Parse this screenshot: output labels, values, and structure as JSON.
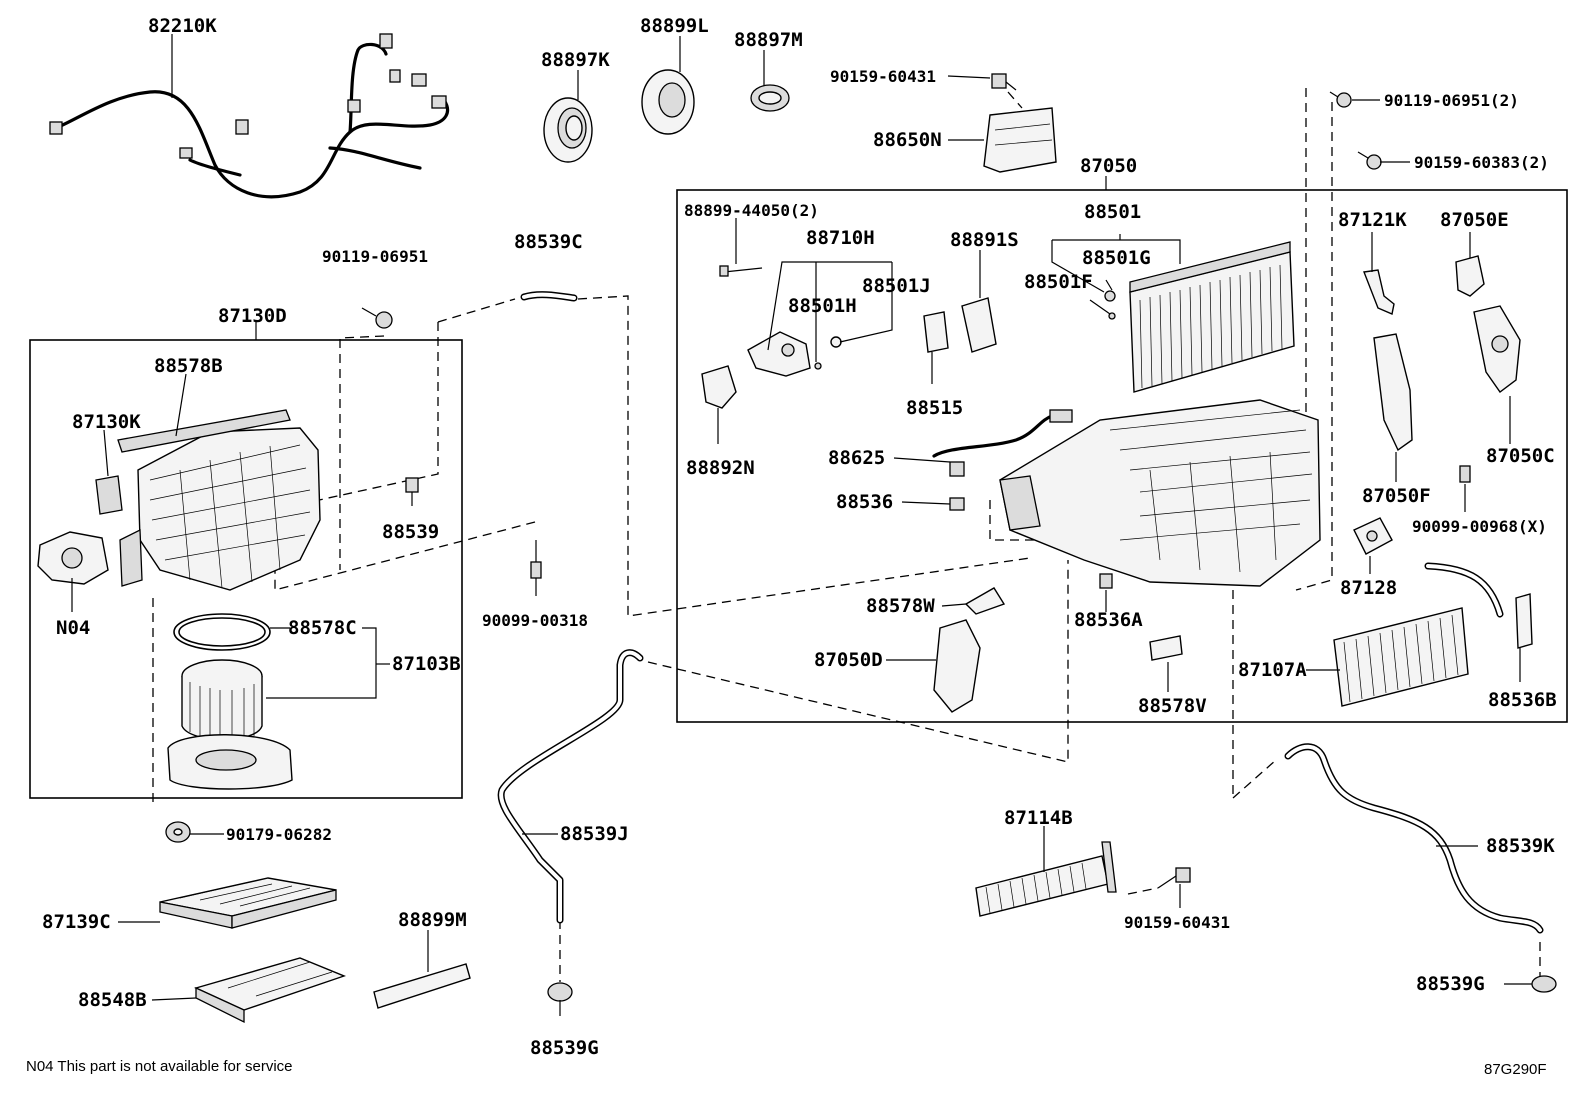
{
  "parts": {
    "p82210K": "82210K",
    "p88897K": "88897K",
    "p88899L": "88899L",
    "p88897M": "88897M",
    "p90159_60431_top": "90159-60431",
    "p88650N": "88650N",
    "p90119_06951_2": "90119-06951(2)",
    "p90159_60383_2": "90159-60383(2)",
    "p87050": "87050",
    "p88899_44050_2": "88899-44050(2)",
    "p88710H": "88710H",
    "p88891S": "88891S",
    "p88501": "88501",
    "p88501G": "88501G",
    "p88501J": "88501J",
    "p88501F": "88501F",
    "p88501H": "88501H",
    "p87121K": "87121K",
    "p87050E": "87050E",
    "p88539C": "88539C",
    "p90119_06951": "90119-06951",
    "p87130D": "87130D",
    "p88578B": "88578B",
    "p87130K": "87130K",
    "p88539": "88539",
    "pN04": "N04",
    "p90099_00318": "90099-00318",
    "p88578C": "88578C",
    "p87103B": "87103B",
    "p90179_06282": "90179-06282",
    "p88539J": "88539J",
    "p87139C": "87139C",
    "p88899M": "88899M",
    "p88548B": "88548B",
    "p88539G_left": "88539G",
    "p88515": "88515",
    "p88892N": "88892N",
    "p88625": "88625",
    "p88536": "88536",
    "p88578W": "88578W",
    "p88536A": "88536A",
    "p87050D": "87050D",
    "p88578V": "88578V",
    "p87050C": "87050C",
    "p87050F": "87050F",
    "p90099_00968_X": "90099-00968(X)",
    "p87128": "87128",
    "p87107A": "87107A",
    "p88536B": "88536B",
    "p87114B": "87114B",
    "p90159_60431_bottom": "90159-60431",
    "p88539K": "88539K",
    "p88539G_right": "88539G"
  },
  "footer": {
    "note": "N04 This part is not available for service",
    "diagram_code": "87G290F"
  }
}
